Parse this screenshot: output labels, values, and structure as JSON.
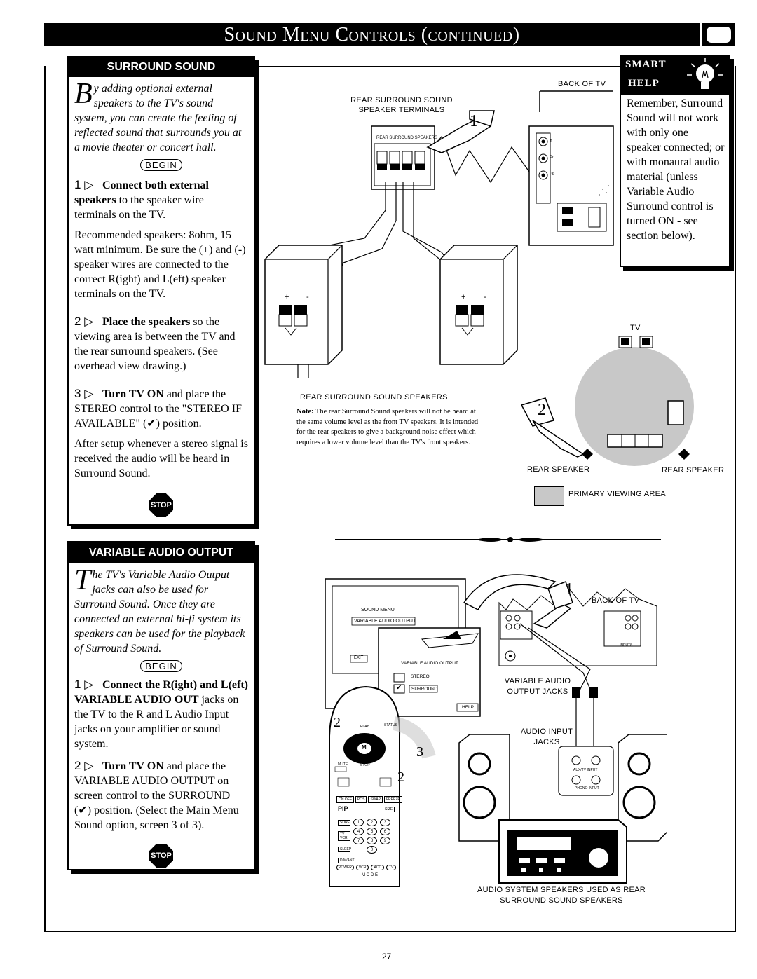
{
  "page": {
    "title": "Sound Menu Controls (continued)",
    "number": "27"
  },
  "surround": {
    "heading": "SURROUND SOUND",
    "intro_cap": "B",
    "intro_rest": "y adding optional external speakers to the TV's sound system, you can create the feeling of reflected sound that surrounds you at a movie theater or concert hall.",
    "begin": "BEGIN",
    "step1_num": "1",
    "step1_bold": "Connect both external speakers",
    "step1_text": " to the speaker wire terminals on the TV.",
    "step1_extra": "Recommended speakers: 8ohm, 15 watt minimum. Be sure the (+) and (-) speaker wires are connected to the correct R(ight) and L(eft) speaker terminals on the TV.",
    "step2_num": "2",
    "step2_bold": "Place the speakers",
    "step2_text": " so the viewing area is between the TV and the rear surround speakers. (See overhead view drawing.)",
    "step3_num": "3",
    "step3_bold": "Turn TV ON",
    "step3_text": " and place the STEREO control to the \"STEREO IF AVAILABLE\" (✔) position.",
    "step3_extra": "After setup whenever a stereo signal is received the audio will be heard in Surround Sound.",
    "stop": "STOP"
  },
  "smart_help": {
    "smart": "SMART",
    "help": "HELP",
    "text": "Remember, Surround Sound will not work with only one speaker connected; or with monaural audio material (unless Variable Audio Surround control is turned ON - see section below)."
  },
  "diagram1": {
    "back_of_tv": "BACK OF TV",
    "rear_terminals": "REAR  SURROUND SOUND SPEAKER TERMINALS",
    "terminal_label": "REAR SURROUND SPEAKERS",
    "callout": "1",
    "speakers_caption": "REAR SURROUND SOUND SPEAKERS",
    "plus": "+",
    "minus": "-",
    "note_bold": "Note:",
    "note_text": " The rear Surround Sound speakers will not be heard at the same volume level as the front TV speakers. It is intended for the rear speakers to give a background noise effect which requires a lower volume level than the TV's front speakers.",
    "jack_labels": [
      "Y",
      "Pr",
      "Pb"
    ]
  },
  "overhead": {
    "tv": "TV",
    "callout": "2",
    "rear_left": "REAR  SPEAKER",
    "rear_right": "REAR  SPEAKER",
    "legend": "PRIMARY VIEWING AREA"
  },
  "variable": {
    "heading": "VARIABLE AUDIO OUTPUT",
    "intro_cap": "T",
    "intro_rest": "he TV's Variable Audio Output jacks can also be used for Surround Sound. Once they are connected an external hi-fi system its speakers can be used for the playback of Surround Sound.",
    "begin": "BEGIN",
    "step1_num": "1",
    "step1_bold": "Connect the R(ight) and L(eft) VARIABLE AUDIO OUT",
    "step1_text": " jacks on the TV to the R and L Audio Input jacks on your amplifier or sound system.",
    "step2_num": "2",
    "step2_bold": "Turn TV ON",
    "step2_text": " and place the VARIABLE AUDIO OUTPUT on screen control to the SURROUND (✔) position. (Select the Main Menu Sound option, screen 3 of 3).",
    "stop": "STOP"
  },
  "diagram2": {
    "callout1": "1",
    "callout2": "2",
    "callout3": "3",
    "back_of_tv": "BACK OF TV",
    "menu_title": "SOUND MENU",
    "menu_item": "VARIABLE AUDIO OUTPUT",
    "exit": "EXIT",
    "sub_title": "VARIABLE AUDIO OUTPUT",
    "opt_stereo": "STEREO",
    "opt_surround": "SURROUND",
    "help": "HELP",
    "var_jacks": "VARIABLE AUDIO OUTPUT JACKS",
    "audio_in": "AUDIO INPUT JACKS",
    "aux_in": "AUX/TV INPUT",
    "phono_in": "PHONO INPUT",
    "inputs": "INPUTS",
    "caption": "AUDIO SYSTEM SPEAKERS USED AS REAR SURROUND SOUND SPEAKERS",
    "remote_mode": "M  O  D  E",
    "remote_keys": [
      "1",
      "2",
      "3",
      "4",
      "5",
      "6",
      "7",
      "8",
      "9",
      "0"
    ],
    "remote_top": [
      "ON OFF",
      "POS",
      "SWAP",
      "FREEZE"
    ],
    "remote_side": [
      "SURF",
      "TV VCR",
      "SLEEP",
      "DIM/ANT"
    ],
    "remote_bottom": [
      "POWER",
      "VCR",
      "ACC",
      "TV"
    ],
    "pip": "PIP",
    "size": "SIZE",
    "play": "PLAY",
    "status": "STATUS",
    "stop_key": "STOP",
    "mute": "MUTE",
    "menu_btn": "M"
  },
  "colors": {
    "gray_area": "#c8c8c8",
    "black": "#000000",
    "white": "#ffffff"
  }
}
